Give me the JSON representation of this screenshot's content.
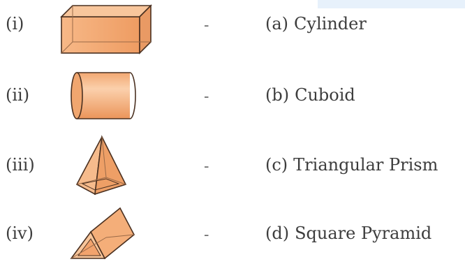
{
  "question": {
    "left_items": [
      {
        "label": "(i)",
        "shape_icon": "cuboid-icon"
      },
      {
        "label": "(ii)",
        "shape_icon": "cylinder-icon"
      },
      {
        "label": "(iii)",
        "shape_icon": "square-pyramid-icon"
      },
      {
        "label": "(iv)",
        "shape_icon": "triangular-prism-icon"
      }
    ],
    "separator": "-",
    "right_items": [
      {
        "letter": "(a)",
        "text": "Cylinder"
      },
      {
        "letter": "(b)",
        "text": "Cuboid"
      },
      {
        "letter": "(c)",
        "text": "Triangular Prism"
      },
      {
        "letter": "(d)",
        "text": "Square Pyramid"
      }
    ]
  },
  "colors": {
    "shape_fill": "#f4b07a",
    "shape_stroke": "#5a3a22",
    "text": "#3d3d3d",
    "top_band": "#e7f1fb"
  }
}
